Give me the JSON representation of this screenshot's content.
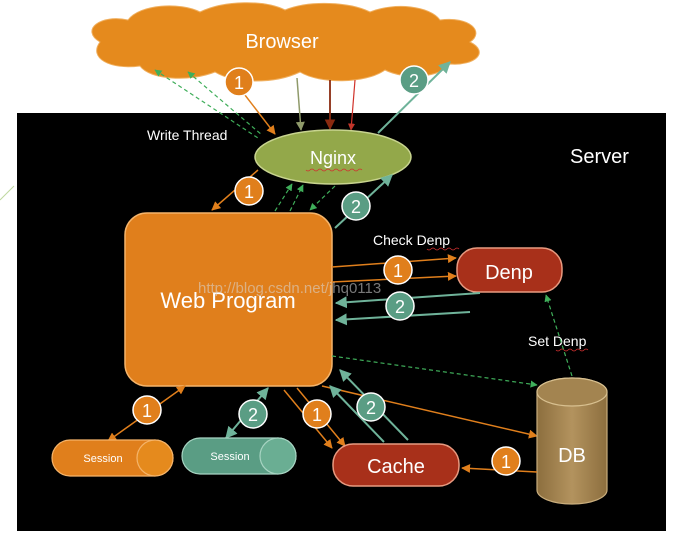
{
  "browser": {
    "label": "Browser"
  },
  "server": {
    "label": "Server"
  },
  "nginx": {
    "label": "Nginx"
  },
  "web_program": {
    "label": "Web Program"
  },
  "denp": {
    "label": "Denp"
  },
  "cache": {
    "label": "Cache"
  },
  "db": {
    "label": "DB"
  },
  "session_left": {
    "label": "Session"
  },
  "session_right": {
    "label": "Session"
  },
  "annotations": {
    "write_thread": "Write Thread",
    "check_denp": "Check Denp",
    "set_denp": "Set Denp",
    "watermark": "http://blog.csdn.net/jhq0113"
  },
  "badges": {
    "one": "1",
    "two": "2"
  },
  "colors": {
    "background": "#000000",
    "orange": "#e07f1c",
    "olive_green": "#93a84a",
    "teal": "#5a9d84",
    "dark_red": "#a8301a",
    "db_brown": "#a38450",
    "cloud_orange": "#e58a1d"
  }
}
